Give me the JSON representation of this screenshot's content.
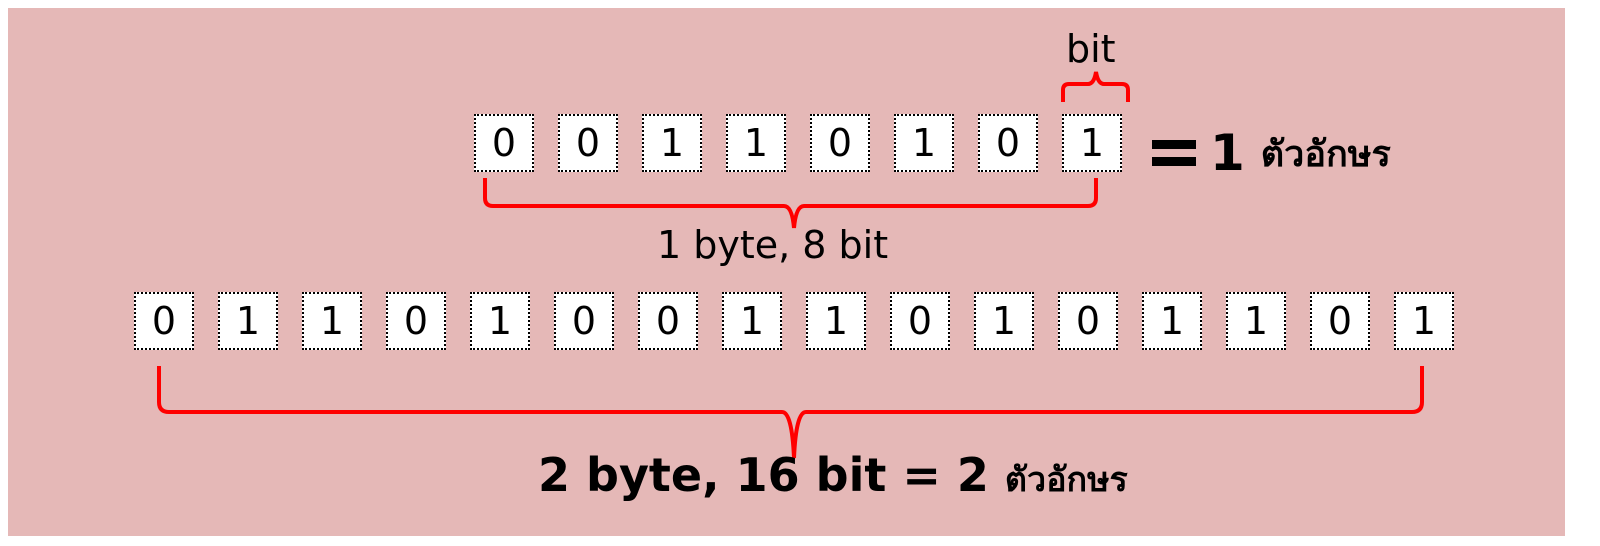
{
  "colors": {
    "panel_bg": "#e5b8b7",
    "brace": "#ff0000",
    "cell_bg": "#ffffff"
  },
  "byte_row": [
    "0",
    "0",
    "1",
    "1",
    "0",
    "1",
    "0",
    "1"
  ],
  "two_byte_row": [
    "0",
    "1",
    "1",
    "0",
    "1",
    "0",
    "0",
    "1",
    "1",
    "0",
    "1",
    "0",
    "1",
    "1",
    "0",
    "1"
  ],
  "labels": {
    "bit": "bit",
    "one_byte": "1 byte, 8 bit",
    "equals_number": "1",
    "character_thai": "ตัวอักษร",
    "two_byte_main": "2 byte, 16 bit = 2",
    "two_byte_thai": "ตัวอักษร"
  }
}
